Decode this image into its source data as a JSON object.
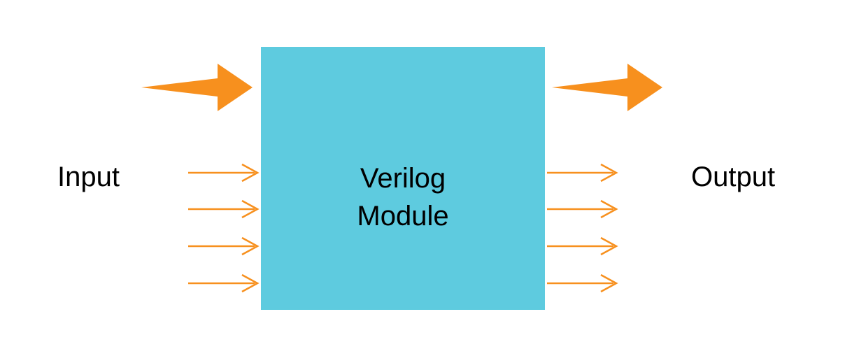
{
  "labels": {
    "input": "Input",
    "output": "Output",
    "module_line1": "Verilog",
    "module_line2": "Module"
  },
  "colors": {
    "module_fill": "#5ECBDF",
    "arrow": "#F7901E",
    "text": "#000000",
    "background": "#FFFFFF"
  },
  "diagram": {
    "input_signal_count": 4,
    "output_signal_count": 4,
    "input_bus_count": 1,
    "output_bus_count": 1
  }
}
